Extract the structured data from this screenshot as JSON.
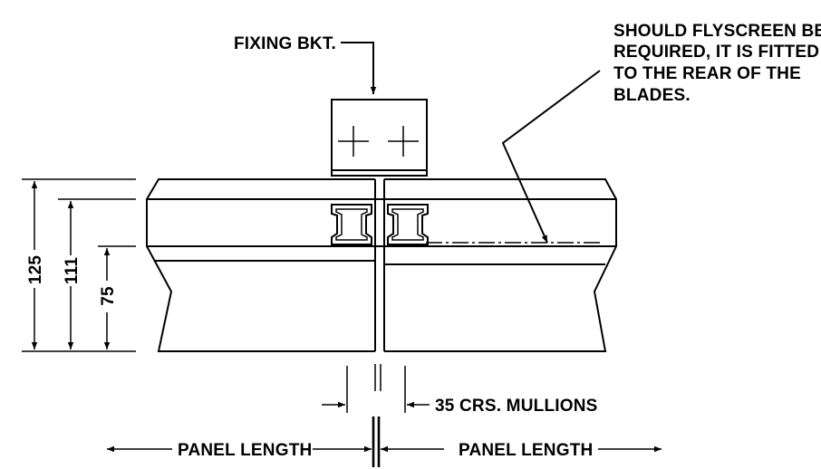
{
  "labels": {
    "fixing_bracket": "FIXING BKT.",
    "flyscreen_note": [
      "SHOULD FLYSCREEN BE",
      "REQUIRED, IT IS FITTED",
      "TO THE REAR OF THE",
      "BLADES."
    ],
    "mullion_spacing": "35 CRS. MULLIONS",
    "panel_length_left": "PANEL LENGTH",
    "panel_length_right": "PANEL LENGTH"
  },
  "dimensions": {
    "overall": "125",
    "middle": "111",
    "inner": "75"
  }
}
